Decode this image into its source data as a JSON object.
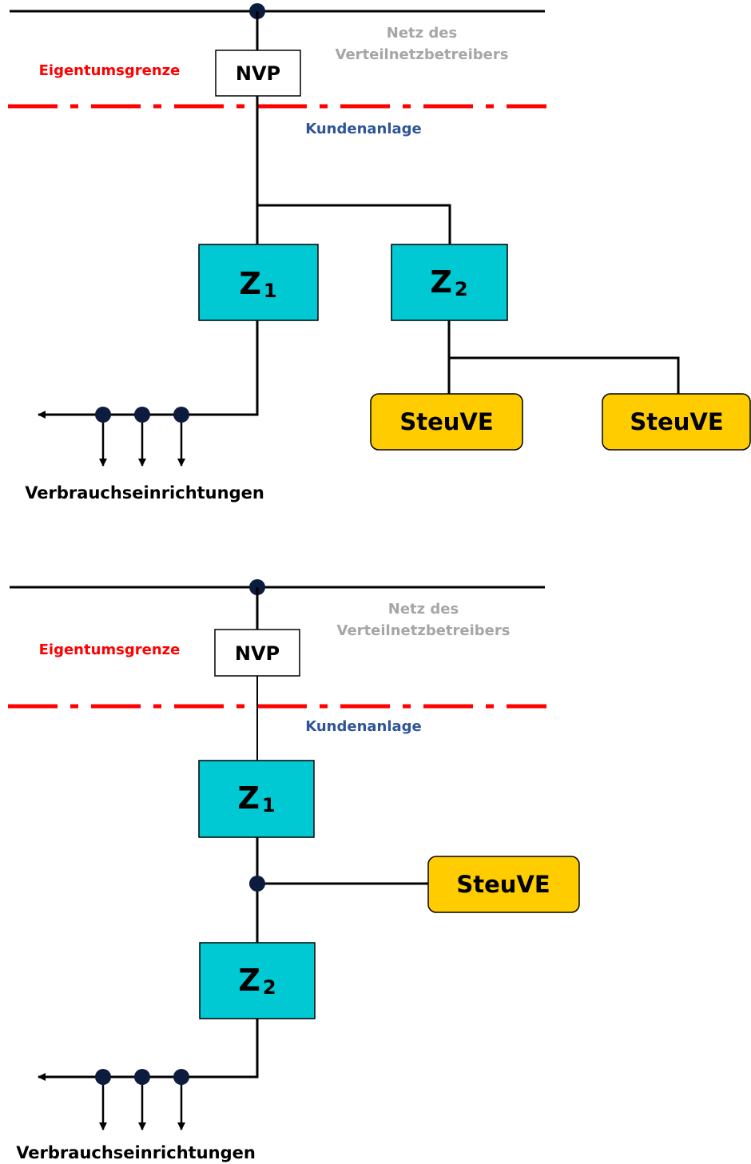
{
  "diagrams": [
    {
      "grid_label_line1": "Netz des",
      "grid_label_line2": "Verteilnetzbetreibers",
      "boundary_label": "Eigentumsgrenze",
      "customer_label": "Kundenanlage",
      "nvp_label": "NVP",
      "meter1": {
        "letter": "Z",
        "index": "1"
      },
      "meter2": {
        "letter": "Z",
        "index": "2"
      },
      "steuve_labels": [
        "SteuVE",
        "SteuVE"
      ],
      "consumers_label": "Verbrauchseinrichtungen"
    },
    {
      "grid_label_line1": "Netz des",
      "grid_label_line2": "Verteilnetzbetreibers",
      "boundary_label": "Eigentumsgrenze",
      "customer_label": "Kundenanlage",
      "nvp_label": "NVP",
      "meter1": {
        "letter": "Z",
        "index": "1"
      },
      "meter2": {
        "letter": "Z",
        "index": "2"
      },
      "steuve_labels": [
        "SteuVE"
      ],
      "consumers_label": "Verbrauchseinrichtungen"
    }
  ],
  "colors": {
    "meter_fill": "#00c9d4",
    "steuve_fill": "#ffcc00",
    "boundary_line": "#ff0000",
    "grid_text": "#a6a6a6",
    "boundary_text": "#ff0000",
    "customer_text": "#2f5597",
    "node_fill": "#0d1b3e"
  }
}
